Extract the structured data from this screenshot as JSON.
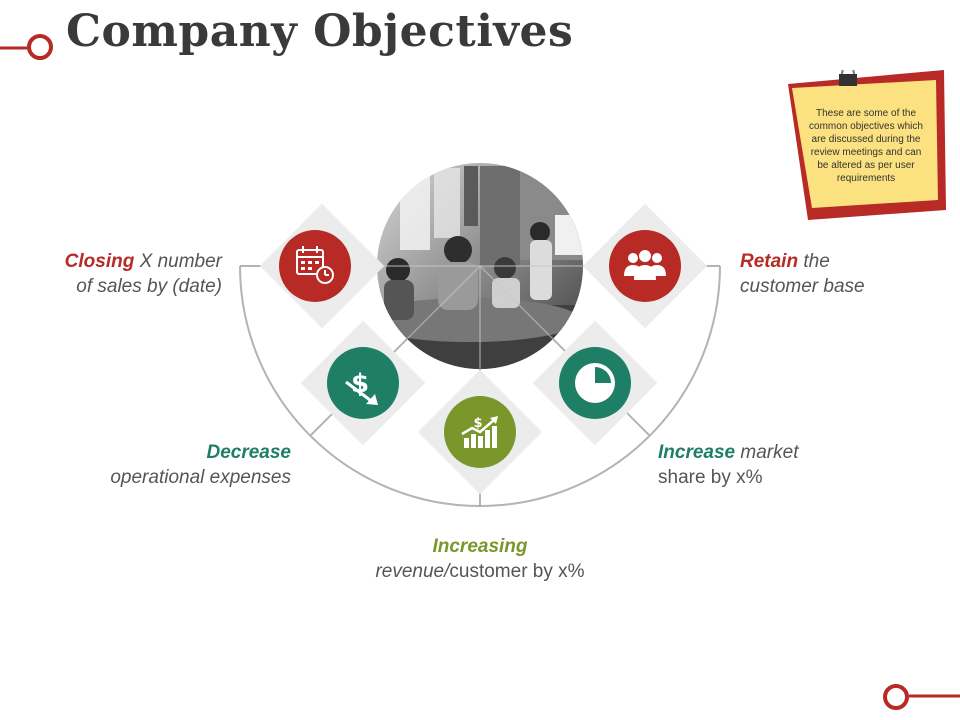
{
  "title": "Company Objectives",
  "note": {
    "text": "These are some of the common objectives which are discussed during the review meetings and can be altered as per user requirements"
  },
  "objectives": {
    "closing": {
      "emphasis": "Closing",
      "rest_line1": " X number",
      "line2": "of sales by (date)",
      "icon": "calendar-clock-icon"
    },
    "retain": {
      "emphasis": "Retain",
      "rest_line1": " the",
      "line2": "customer base",
      "icon": "users-icon"
    },
    "decrease": {
      "emphasis": "Decrease",
      "line2": "operational expenses",
      "icon": "dollar-down-icon"
    },
    "increase": {
      "emphasis": "Increase",
      "rest_line1": " market",
      "line2": "share by x%",
      "icon": "pie-chart-icon"
    },
    "revenue": {
      "emphasis": "Increasing",
      "line2_italic": "revenue/",
      "line2_normal": "customer by x%",
      "icon": "dollar-growth-chart-icon"
    }
  },
  "colors": {
    "red": "#b72a26",
    "teal": "#1f7f66",
    "olive": "#7b962a",
    "title": "#3a3a3a",
    "note_yellow": "#fbe17f",
    "note_red": "#b72a26"
  }
}
